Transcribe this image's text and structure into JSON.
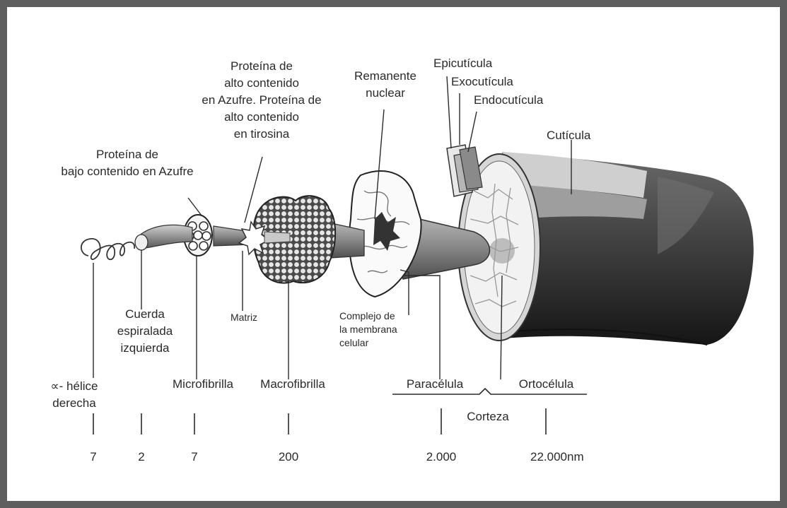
{
  "labels": {
    "alpha_helix": [
      "∝- hélice",
      "derecha"
    ],
    "cord": [
      "Cuerda",
      "espiralada",
      "izquierda"
    ],
    "microfibril": "Microfibrilla",
    "matrix": "Matriz",
    "macrofibril": "Macrofibrilla",
    "low_sulfur": [
      "Proteína de",
      "bajo contenido en Azufre"
    ],
    "high_sulfur": [
      "Proteína de",
      "alto contenido",
      "en Azufre. Proteína de",
      "alto contenido",
      "en tirosina"
    ],
    "nuclear": [
      "Remanente",
      "nuclear"
    ],
    "membrane": [
      "Complejo de",
      "la membrana",
      "celular"
    ],
    "epicuticle": "Epicutícula",
    "exocuticle": "Exocutícula",
    "endocuticle": "Endocutícula",
    "cuticle": "Cutícula",
    "paracell": "Paracélula",
    "orthocell": "Ortocélula",
    "cortex": "Corteza"
  },
  "sizes": [
    "7",
    "2",
    "7",
    "200",
    "2.000",
    "22.000nm"
  ],
  "colors": {
    "frame": "#5e5e5e",
    "background": "#ffffff",
    "line": "#2a2a2a",
    "fiber_dark": "#3a3a3a",
    "fiber_mid": "#8a8a8a",
    "fiber_light": "#d8d8d8"
  }
}
